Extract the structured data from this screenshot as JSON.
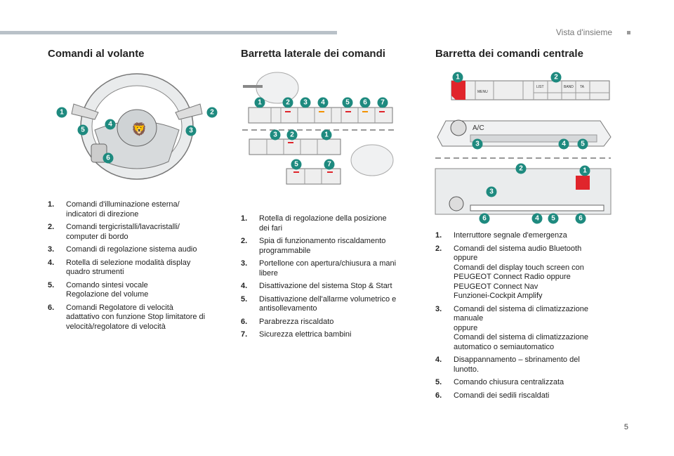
{
  "header": {
    "section": "Vista d'insieme",
    "page_number": "5"
  },
  "columns": [
    {
      "title": "Comandi al volante",
      "badges": [
        "1",
        "2",
        "3",
        "4",
        "5",
        "6"
      ],
      "items": [
        {
          "num": "1.",
          "text": "Comandi d'illuminazione esterna/\nindicatori di direzione"
        },
        {
          "num": "2.",
          "text": "Comandi tergicristalli/lavacristalli/\ncomputer di bordo"
        },
        {
          "num": "3.",
          "text": "Comandi di regolazione sistema audio"
        },
        {
          "num": "4.",
          "text": "Rotella di selezione modalità display\nquadro strumenti"
        },
        {
          "num": "5.",
          "text": "Comando sintesi vocale\nRegolazione del volume"
        },
        {
          "num": "6.",
          "text": "Comandi Regolatore di velocità\nadattativo con funzione Stop limitatore di\nvelocità/regolatore di velocità"
        }
      ]
    },
    {
      "title": "Barretta laterale dei comandi",
      "badges": [
        "1",
        "2",
        "3",
        "4",
        "5",
        "6",
        "7"
      ],
      "items": [
        {
          "num": "1.",
          "text": "Rotella di regolazione della posizione\ndei fari"
        },
        {
          "num": "2.",
          "text": "Spia di funzionamento riscaldamento\nprogrammabile"
        },
        {
          "num": "3.",
          "text": "Portellone con apertura/chiusura a mani\nlibere"
        },
        {
          "num": "4.",
          "text": "Disattivazione del sistema Stop & Start"
        },
        {
          "num": "5.",
          "text": "Disattivazione dell'allarme volumetrico e\nantisollevamento"
        },
        {
          "num": "6.",
          "text": "Parabrezza riscaldato"
        },
        {
          "num": "7.",
          "text": "Sicurezza elettrica bambini"
        }
      ]
    },
    {
      "title": "Barretta dei comandi centrale",
      "badges": [
        "1",
        "2",
        "3",
        "4",
        "5",
        "6"
      ],
      "panel_labels": {
        "menu": "MENU",
        "list": "LIST",
        "band": "BAND",
        "ta": "TA",
        "ac": "A/C"
      },
      "items": [
        {
          "num": "1.",
          "text": "Interruttore segnale d'emergenza"
        },
        {
          "num": "2.",
          "text": "Comandi del sistema audio Bluetooth\noppure\nComandi del display touch screen con\nPEUGEOT Connect Radio oppure\nPEUGEOT Connect Nav\nFunzionei-Cockpit Amplify"
        },
        {
          "num": "3.",
          "text": "Comandi del sistema di climatizzazione\nmanuale\noppure\nComandi del sistema di climatizzazione\nautomatico o semiautomatico"
        },
        {
          "num": "4.",
          "text": "Disappannamento – sbrinamento del\nlunotto."
        },
        {
          "num": "5.",
          "text": "Comando chiusura centralizzata"
        },
        {
          "num": "6.",
          "text": "Comandi dei sedili riscaldati"
        }
      ]
    }
  ],
  "colors": {
    "badge": "#1e8a7f",
    "hazard": "#e0252b",
    "bar": "#b9c1c8"
  }
}
